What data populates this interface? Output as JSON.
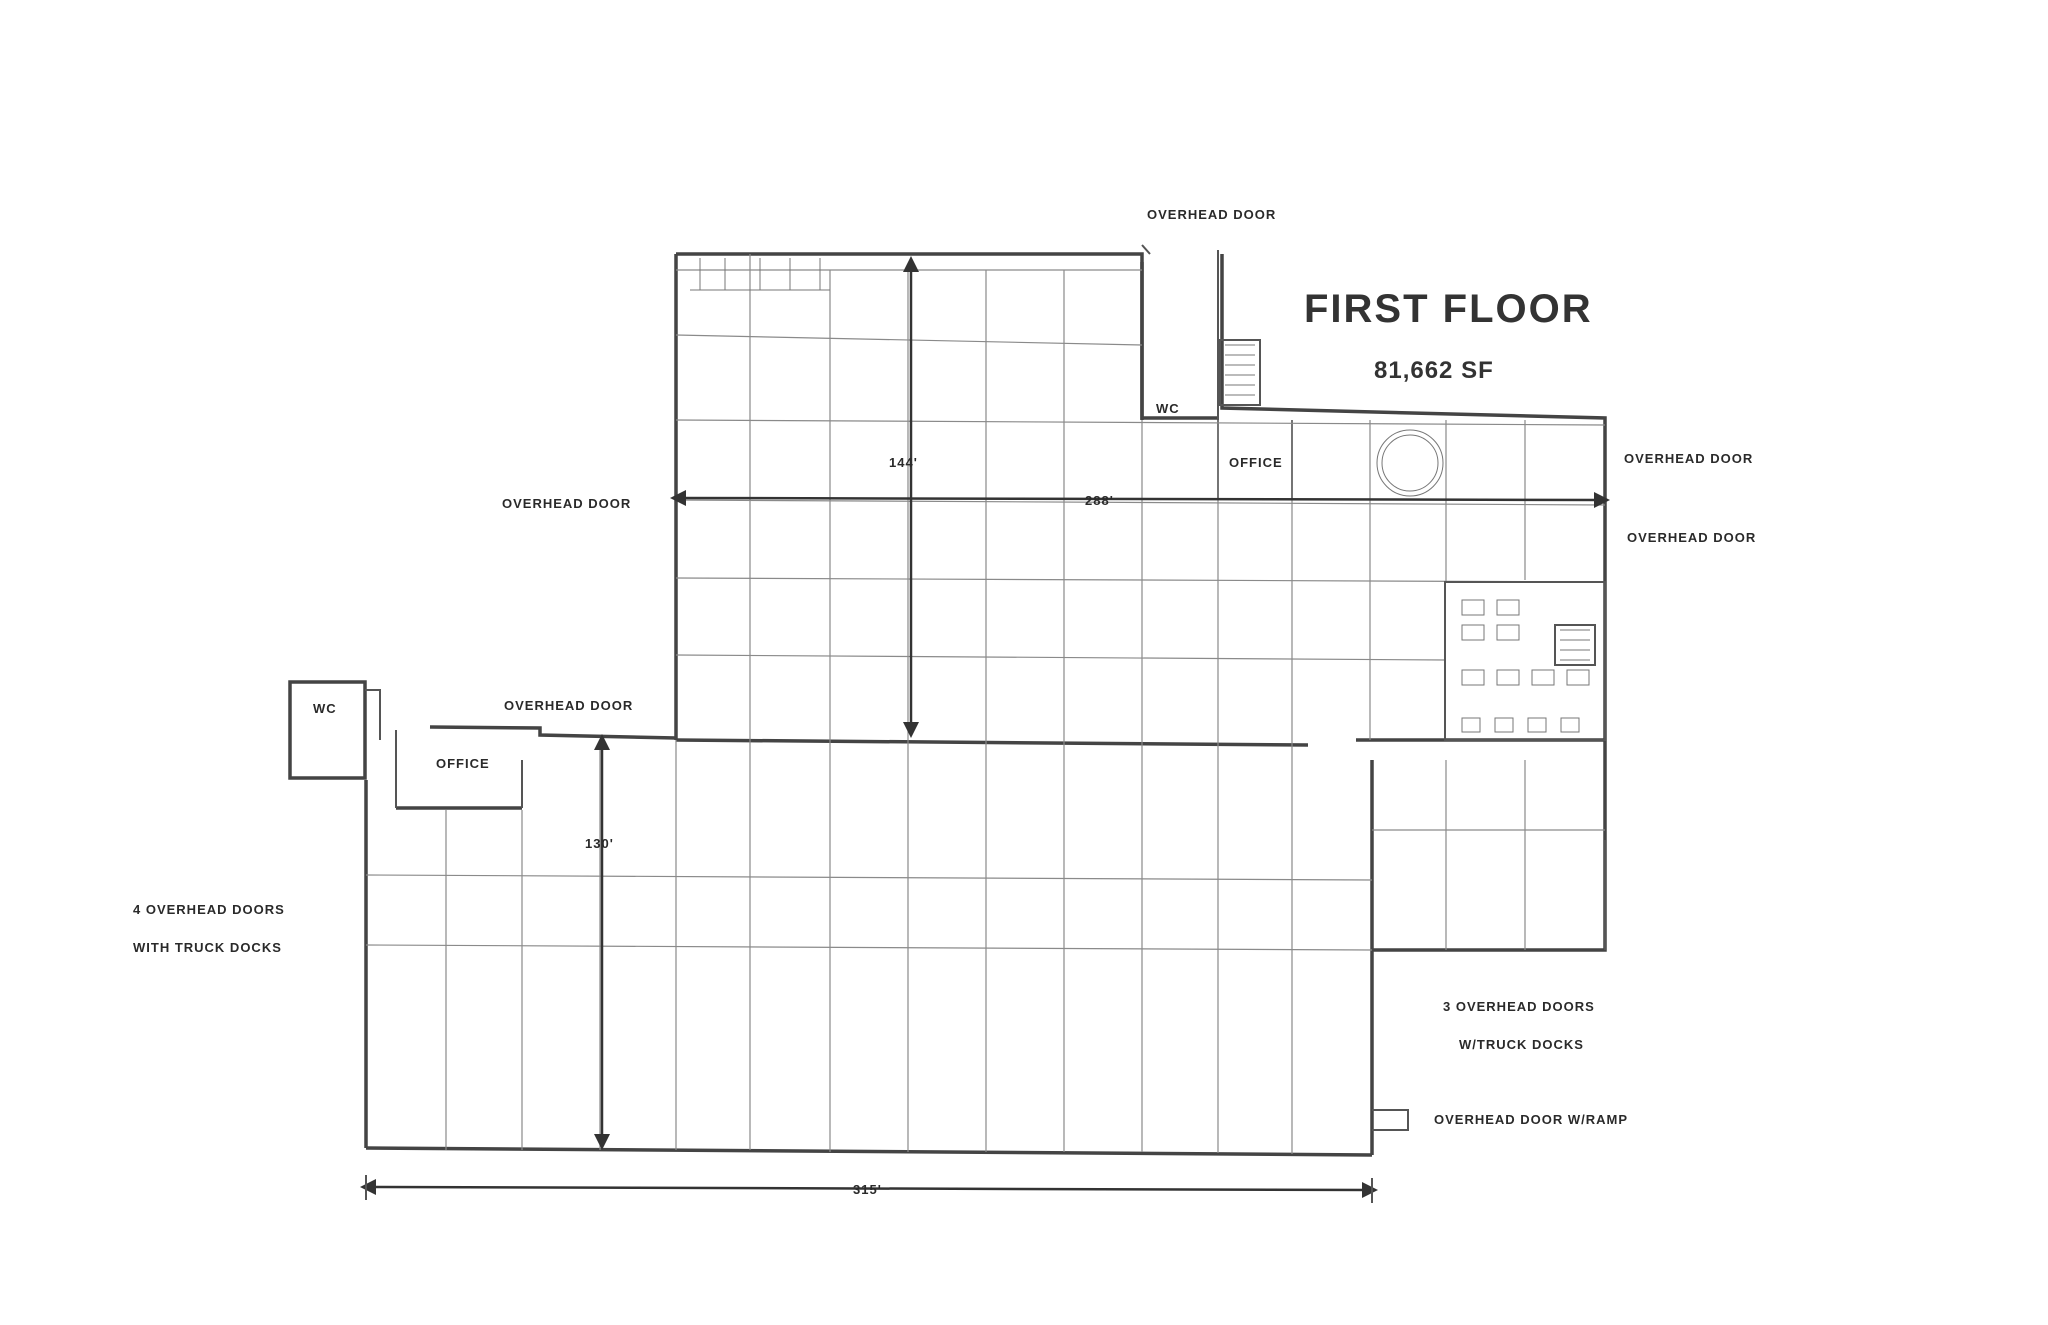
{
  "plan": {
    "title": "FIRST FLOOR",
    "area": "81,662 SF"
  },
  "labels": {
    "overhead_door_top": "OVERHEAD DOOR",
    "overhead_door_left": "OVERHEAD DOOR",
    "overhead_door_right_1": "OVERHEAD DOOR",
    "overhead_door_right_2": "OVERHEAD DOOR",
    "overhead_door_mid": "OVERHEAD DOOR",
    "four_doors_line1": "4 OVERHEAD DOORS",
    "four_doors_line2": "WITH TRUCK DOCKS",
    "three_doors_line1": "3 OVERHEAD DOORS",
    "three_doors_line2": "W/TRUCK DOCKS",
    "overhead_door_ramp": "OVERHEAD DOOR W/RAMP"
  },
  "rooms": {
    "wc_top": "WC",
    "office_top": "OFFICE",
    "wc_left": "WC",
    "office_left": "OFFICE"
  },
  "dimensions": {
    "height_upper": "144'",
    "width_upper": "288'",
    "height_lower": "130'",
    "width_lower": "315'"
  }
}
